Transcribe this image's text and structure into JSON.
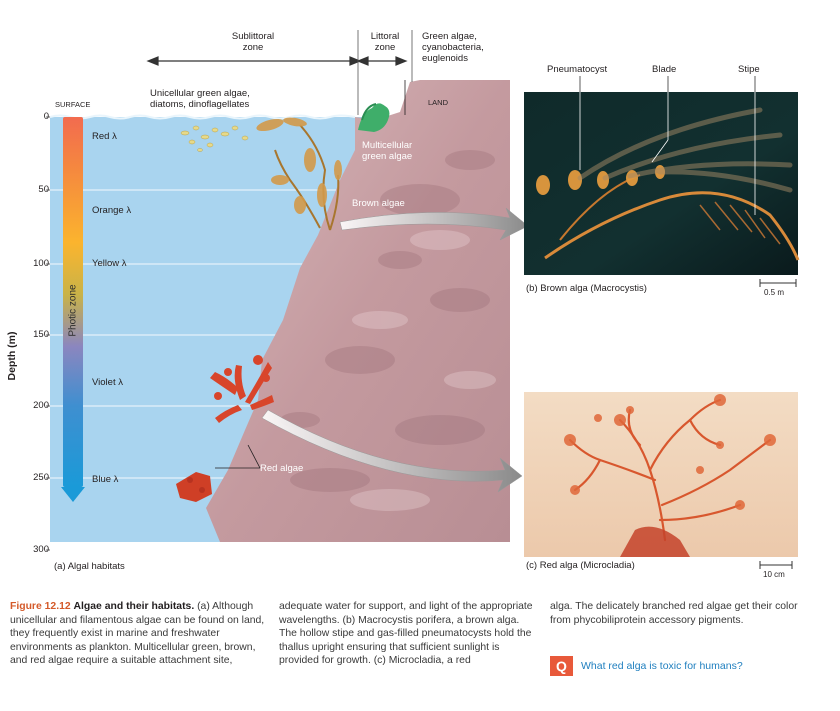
{
  "zones": {
    "sublittoral": "Sublittoral\nzone",
    "littoral": "Littoral\nzone",
    "land_groups": "Green algae,\ncyanobacteria,\neuglenoids"
  },
  "labels": {
    "surface": "SURFACE",
    "land": "LAND",
    "unicellular": "Unicellular green algae,\ndiatoms, dinoflagellates",
    "multicellular_green": "Multicellular\ngreen algae",
    "brown_algae": "Brown algae",
    "red_algae": "Red algae",
    "photic_zone": "Photic zone",
    "depth_axis": "Depth (m)"
  },
  "depth_ticks": [
    "0",
    "50",
    "100",
    "150",
    "200",
    "250",
    "300"
  ],
  "wavelengths": [
    "Red λ",
    "Orange λ",
    "Yellow λ",
    "Violet λ",
    "Blue λ"
  ],
  "panel_a": "(a) Algal habitats",
  "panel_b": {
    "title": "(b) Brown alga (Macrocystis)",
    "parts": [
      "Pneumatocyst",
      "Blade",
      "Stipe"
    ],
    "scale": "0.5 m"
  },
  "panel_c": {
    "title": "(c) Red alga (Microcladia)",
    "scale": "10 cm"
  },
  "caption": {
    "figure_number": "Figure 12.12",
    "figure_title": "Algae and their habitats.",
    "col1_rest": "(a) Although unicellular and filamentous algae can be found on land, they frequently exist in marine and freshwater environments as plankton. Multicellular green, brown, and red algae require a suitable attachment site,",
    "col2": "adequate water for support, and light of the appropriate wavelengths. (b) Macrocystis porifera, a brown alga. The hollow stipe and gas-filled pneumatocysts hold the thallus upright ensuring that sufficient sunlight is provided for growth. (c) Microcladia, a red",
    "col3": "alga. The delicately branched red algae get their color from phycobiliprotein accessory pigments.",
    "question_icon": "Q",
    "question": "What red alga is toxic for humans?"
  },
  "colors": {
    "water": "#a9d4ef",
    "rock": "#c8a3a6",
    "caption_accent": "#d45a2a",
    "question_badge": "#e8593a",
    "question_text": "#1f7fbf"
  }
}
